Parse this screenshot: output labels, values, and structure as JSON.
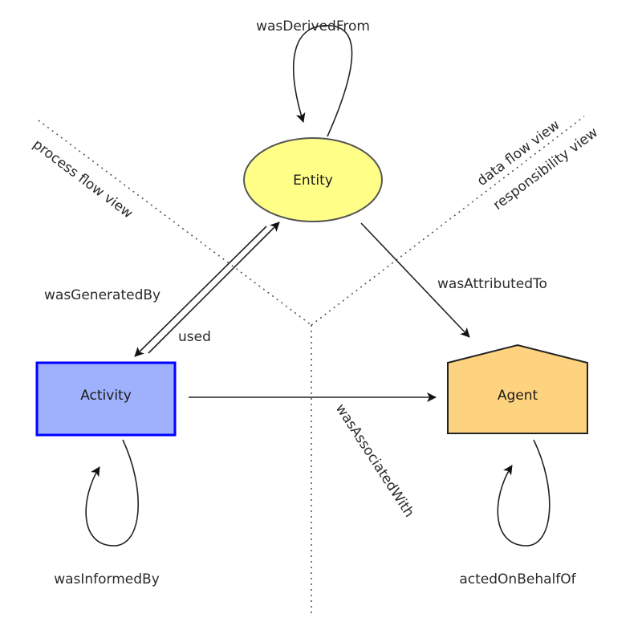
{
  "nodes": {
    "entity": {
      "label": "Entity",
      "fill": "#ffff88",
      "stroke": "#555555"
    },
    "activity": {
      "label": "Activity",
      "fill": "#9fb1fc",
      "stroke": "#0000ff"
    },
    "agent": {
      "label": "Agent",
      "fill": "#fed37f",
      "stroke": "#222222"
    }
  },
  "relations": {
    "was_derived_from": "wasDerivedFrom",
    "was_generated_by": "wasGeneratedBy",
    "used": "used",
    "was_attributed_to": "wasAttributedTo",
    "was_associated_with": "wasAssociatedWith",
    "was_informed_by": "wasInformedBy",
    "acted_on_behalf_of": "actedOnBehalfOf"
  },
  "views": {
    "process_flow": "process flow view",
    "data_flow": "data flow view",
    "responsibility": "responsibility view"
  }
}
